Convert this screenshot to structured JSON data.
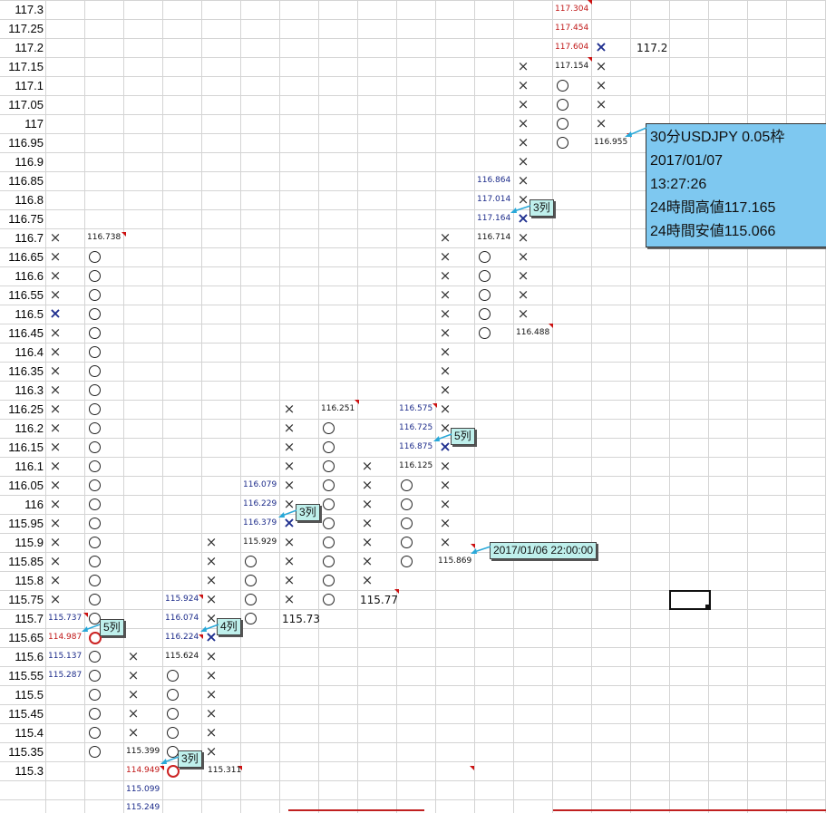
{
  "sheet": {
    "row_labels": [
      "117.3",
      "117.25",
      "117.2",
      "117.15",
      "117.1",
      "117.05",
      "117",
      "116.95",
      "116.9",
      "116.85",
      "116.8",
      "116.75",
      "116.7",
      "116.65",
      "116.6",
      "116.55",
      "116.5",
      "116.45",
      "116.4",
      "116.35",
      "116.3",
      "116.25",
      "116.2",
      "116.15",
      "116.1",
      "116.05",
      "116",
      "115.95",
      "115.9",
      "115.85",
      "115.8",
      "115.75",
      "115.7",
      "115.65",
      "115.6",
      "115.55",
      "115.5",
      "115.45",
      "115.4",
      "115.35",
      "115.3"
    ]
  },
  "infobox": {
    "line1": "30分USDJPY 0.05枠",
    "line2": "2017/01/07",
    "line3": "13:27:26",
    "line4": "24時間高値117.165",
    "line5": "24時間安値115.066"
  },
  "current_price_label": "117.2",
  "callouts": {
    "c1": "5列",
    "c2": "3列",
    "c3": "4列",
    "c4": "3列",
    "c5": "5列",
    "c6": "3列",
    "c7": "2017/01/06 22:00:00"
  },
  "numbers": {
    "n116738": "116.738",
    "n115737": "115.737",
    "n114987": "114.987",
    "n115137": "115.137",
    "n115287": "115.287",
    "n115399": "115.399",
    "n114949": "114.949",
    "n115099": "115.099",
    "n115249": "115.249",
    "n115924": "115.924",
    "n116074": "116.074",
    "n116224": "116.224",
    "n115624": "115.624",
    "n115311": "115.311",
    "n116079": "116.079",
    "n116229": "116.229",
    "n116379": "116.379",
    "n115929": "115.929",
    "n115730": "115.73",
    "n116251": "116.251",
    "n115770": "115.77",
    "n116575": "116.575",
    "n116725": "116.725",
    "n116875": "116.875",
    "n116125": "116.125",
    "n115869": "115.869",
    "n116864": "116.864",
    "n117014": "117.014",
    "n117164": "117.164",
    "n116714": "116.714",
    "n116488": "116.488",
    "n117304": "117.304",
    "n117454": "117.454",
    "n117604": "117.604",
    "n117154": "117.154",
    "n116955": "116.955"
  }
}
